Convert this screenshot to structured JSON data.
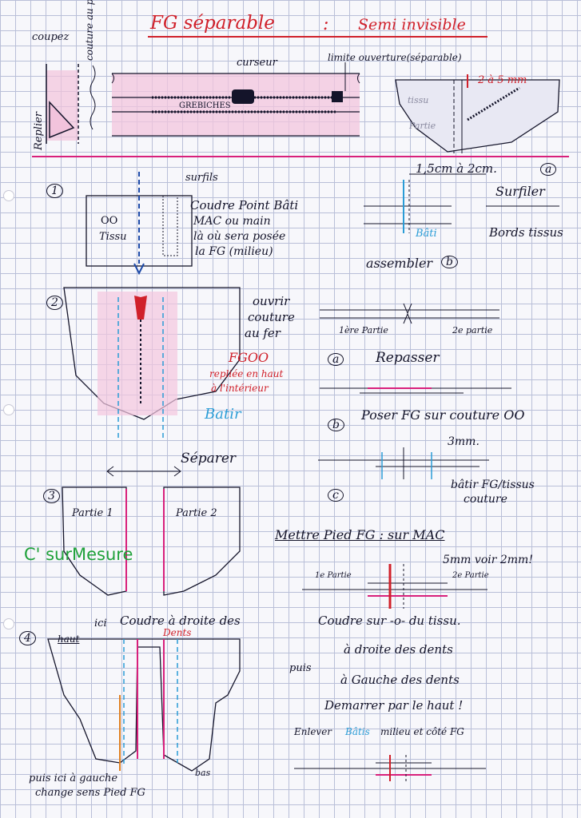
{
  "title": {
    "main": "FG séparable",
    "colon": ":",
    "sub": "Semi invisible"
  },
  "top": {
    "coupez": "coupez",
    "couture_au_pas": "couture au pas",
    "replier": "Replier",
    "curseur": "curseur",
    "limite": "limite ouverture(séparable)",
    "grebiches": "GREBICHES",
    "mm_range": "2 à 5 mm",
    "detail_labels": [
      "tissu",
      "Partie"
    ]
  },
  "step1": {
    "number": "1",
    "surfils": "surfils",
    "oo": "OO",
    "tissu": "Tissu",
    "instruction": [
      "Coudre Point Bâti",
      "MAC ou main",
      "là où sera posée",
      "la FG (milieu)"
    ]
  },
  "step_a": {
    "measure": "1,5cm à 2cm.",
    "letter": "a",
    "surfiler": "Surfiler",
    "bords": "Bords tissus",
    "bati": "Bâti",
    "assembler": "assembler",
    "b": "b"
  },
  "step2": {
    "number": "2",
    "ouvrir": [
      "ouvrir",
      "couture",
      "au fer"
    ],
    "fgoo": "FGOO",
    "repliee": [
      "repliée en haut",
      "à l'intérieur"
    ],
    "batir": "Batir"
  },
  "right_mid": {
    "partie1": "1ère Partie",
    "partie2": "2e partie",
    "a": "a",
    "repasser": "Repasser",
    "b": "b",
    "poser": "Poser FG sur couture OO",
    "mm3": "3mm.",
    "c": "c",
    "batir_fg": "bâtir FG/tissus",
    "couture": "couture"
  },
  "step3": {
    "number": "3",
    "separer": "Séparer",
    "partie1": "Partie 1",
    "partie2": "Partie 2"
  },
  "watermark": "C' surMesure",
  "mettre": {
    "title": "Mettre Pied FG : sur MAC",
    "mm": "5mm voir 2mm!",
    "p1": "1e Partie",
    "p2": "2e Partie"
  },
  "step4": {
    "number": "4",
    "haut": "haut",
    "ici": "ici",
    "coudre": "Coudre à droite des",
    "dents": "Dents",
    "puis_ici": "puis ici à gauche",
    "change": "change sens Pied FG",
    "bas": "bas"
  },
  "bottom_right": {
    "coudre_sur": "Coudre sur -o- du tissu.",
    "puis": "puis",
    "droite": "à droite des dents",
    "gauche": "à Gauche des dents",
    "demarrer": "Demarrer par le haut !",
    "enlever_pre": "Enlever",
    "batis": "Bâtis",
    "enlever_post": "milieu et côté FG"
  },
  "colors": {
    "red": "#d0202a",
    "pink": "#d8207c",
    "blue": "#2a9cd6",
    "green": "#1fa13a",
    "ink": "#14142a"
  }
}
